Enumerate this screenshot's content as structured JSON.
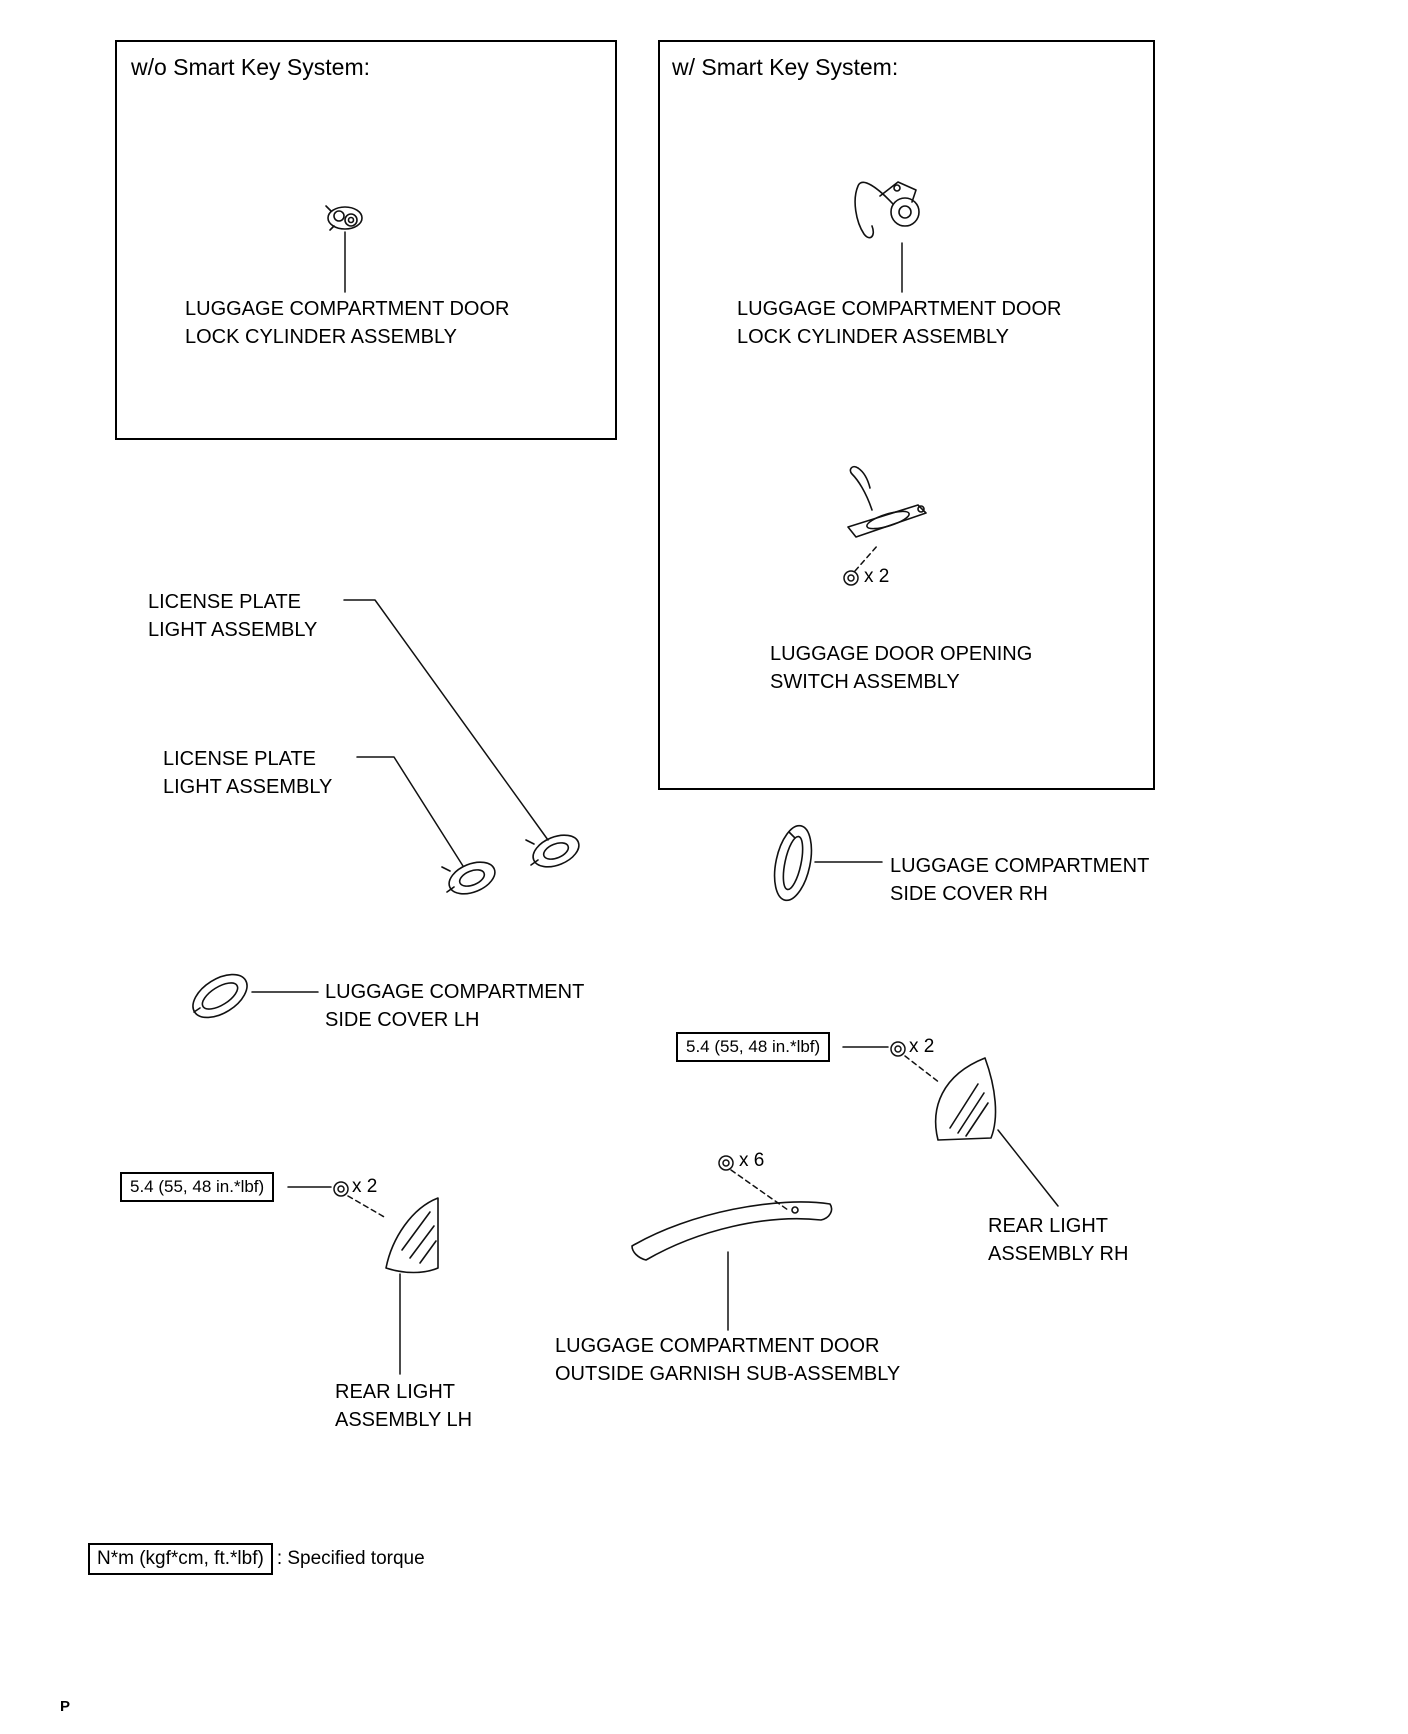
{
  "diagram": {
    "boxes": {
      "no_smart_key": {
        "title": "w/o Smart Key System:",
        "lock_cylinder": {
          "line1": "LUGGAGE COMPARTMENT DOOR",
          "line2": "LOCK CYLINDER ASSEMBLY"
        }
      },
      "smart_key": {
        "title": "w/ Smart Key System:",
        "lock_cylinder": {
          "line1": "LUGGAGE COMPARTMENT DOOR",
          "line2": "LOCK CYLINDER ASSEMBLY"
        },
        "opening_switch": {
          "line1": "LUGGAGE DOOR OPENING",
          "line2": "SWITCH ASSEMBLY",
          "screw_count": "x 2"
        }
      }
    },
    "labels": {
      "license_plate_1": {
        "line1": "LICENSE PLATE",
        "line2": "LIGHT ASSEMBLY"
      },
      "license_plate_2": {
        "line1": "LICENSE PLATE",
        "line2": "LIGHT ASSEMBLY"
      },
      "side_cover_rh": {
        "line1": "LUGGAGE COMPARTMENT",
        "line2": "SIDE COVER RH"
      },
      "side_cover_lh": {
        "line1": "LUGGAGE COMPARTMENT",
        "line2": "SIDE COVER LH"
      },
      "rear_light_rh": {
        "line1": "REAR LIGHT",
        "line2": "ASSEMBLY RH"
      },
      "rear_light_lh": {
        "line1": "REAR LIGHT",
        "line2": "ASSEMBLY LH"
      },
      "garnish": {
        "line1": "LUGGAGE COMPARTMENT DOOR",
        "line2": "OUTSIDE GARNISH SUB-ASSEMBLY"
      }
    },
    "torque": {
      "rh": {
        "value": "5.4 (55, 48 in.*lbf)",
        "screw_count": "x 2"
      },
      "lh": {
        "value": "5.4 (55, 48 in.*lbf)",
        "screw_count": "x 2"
      },
      "garnish_screws": "x 6"
    },
    "footer": {
      "torque_box": "N*m (kgf*cm, ft.*lbf)",
      "torque_note": ": Specified torque",
      "page_marker": "P"
    }
  }
}
